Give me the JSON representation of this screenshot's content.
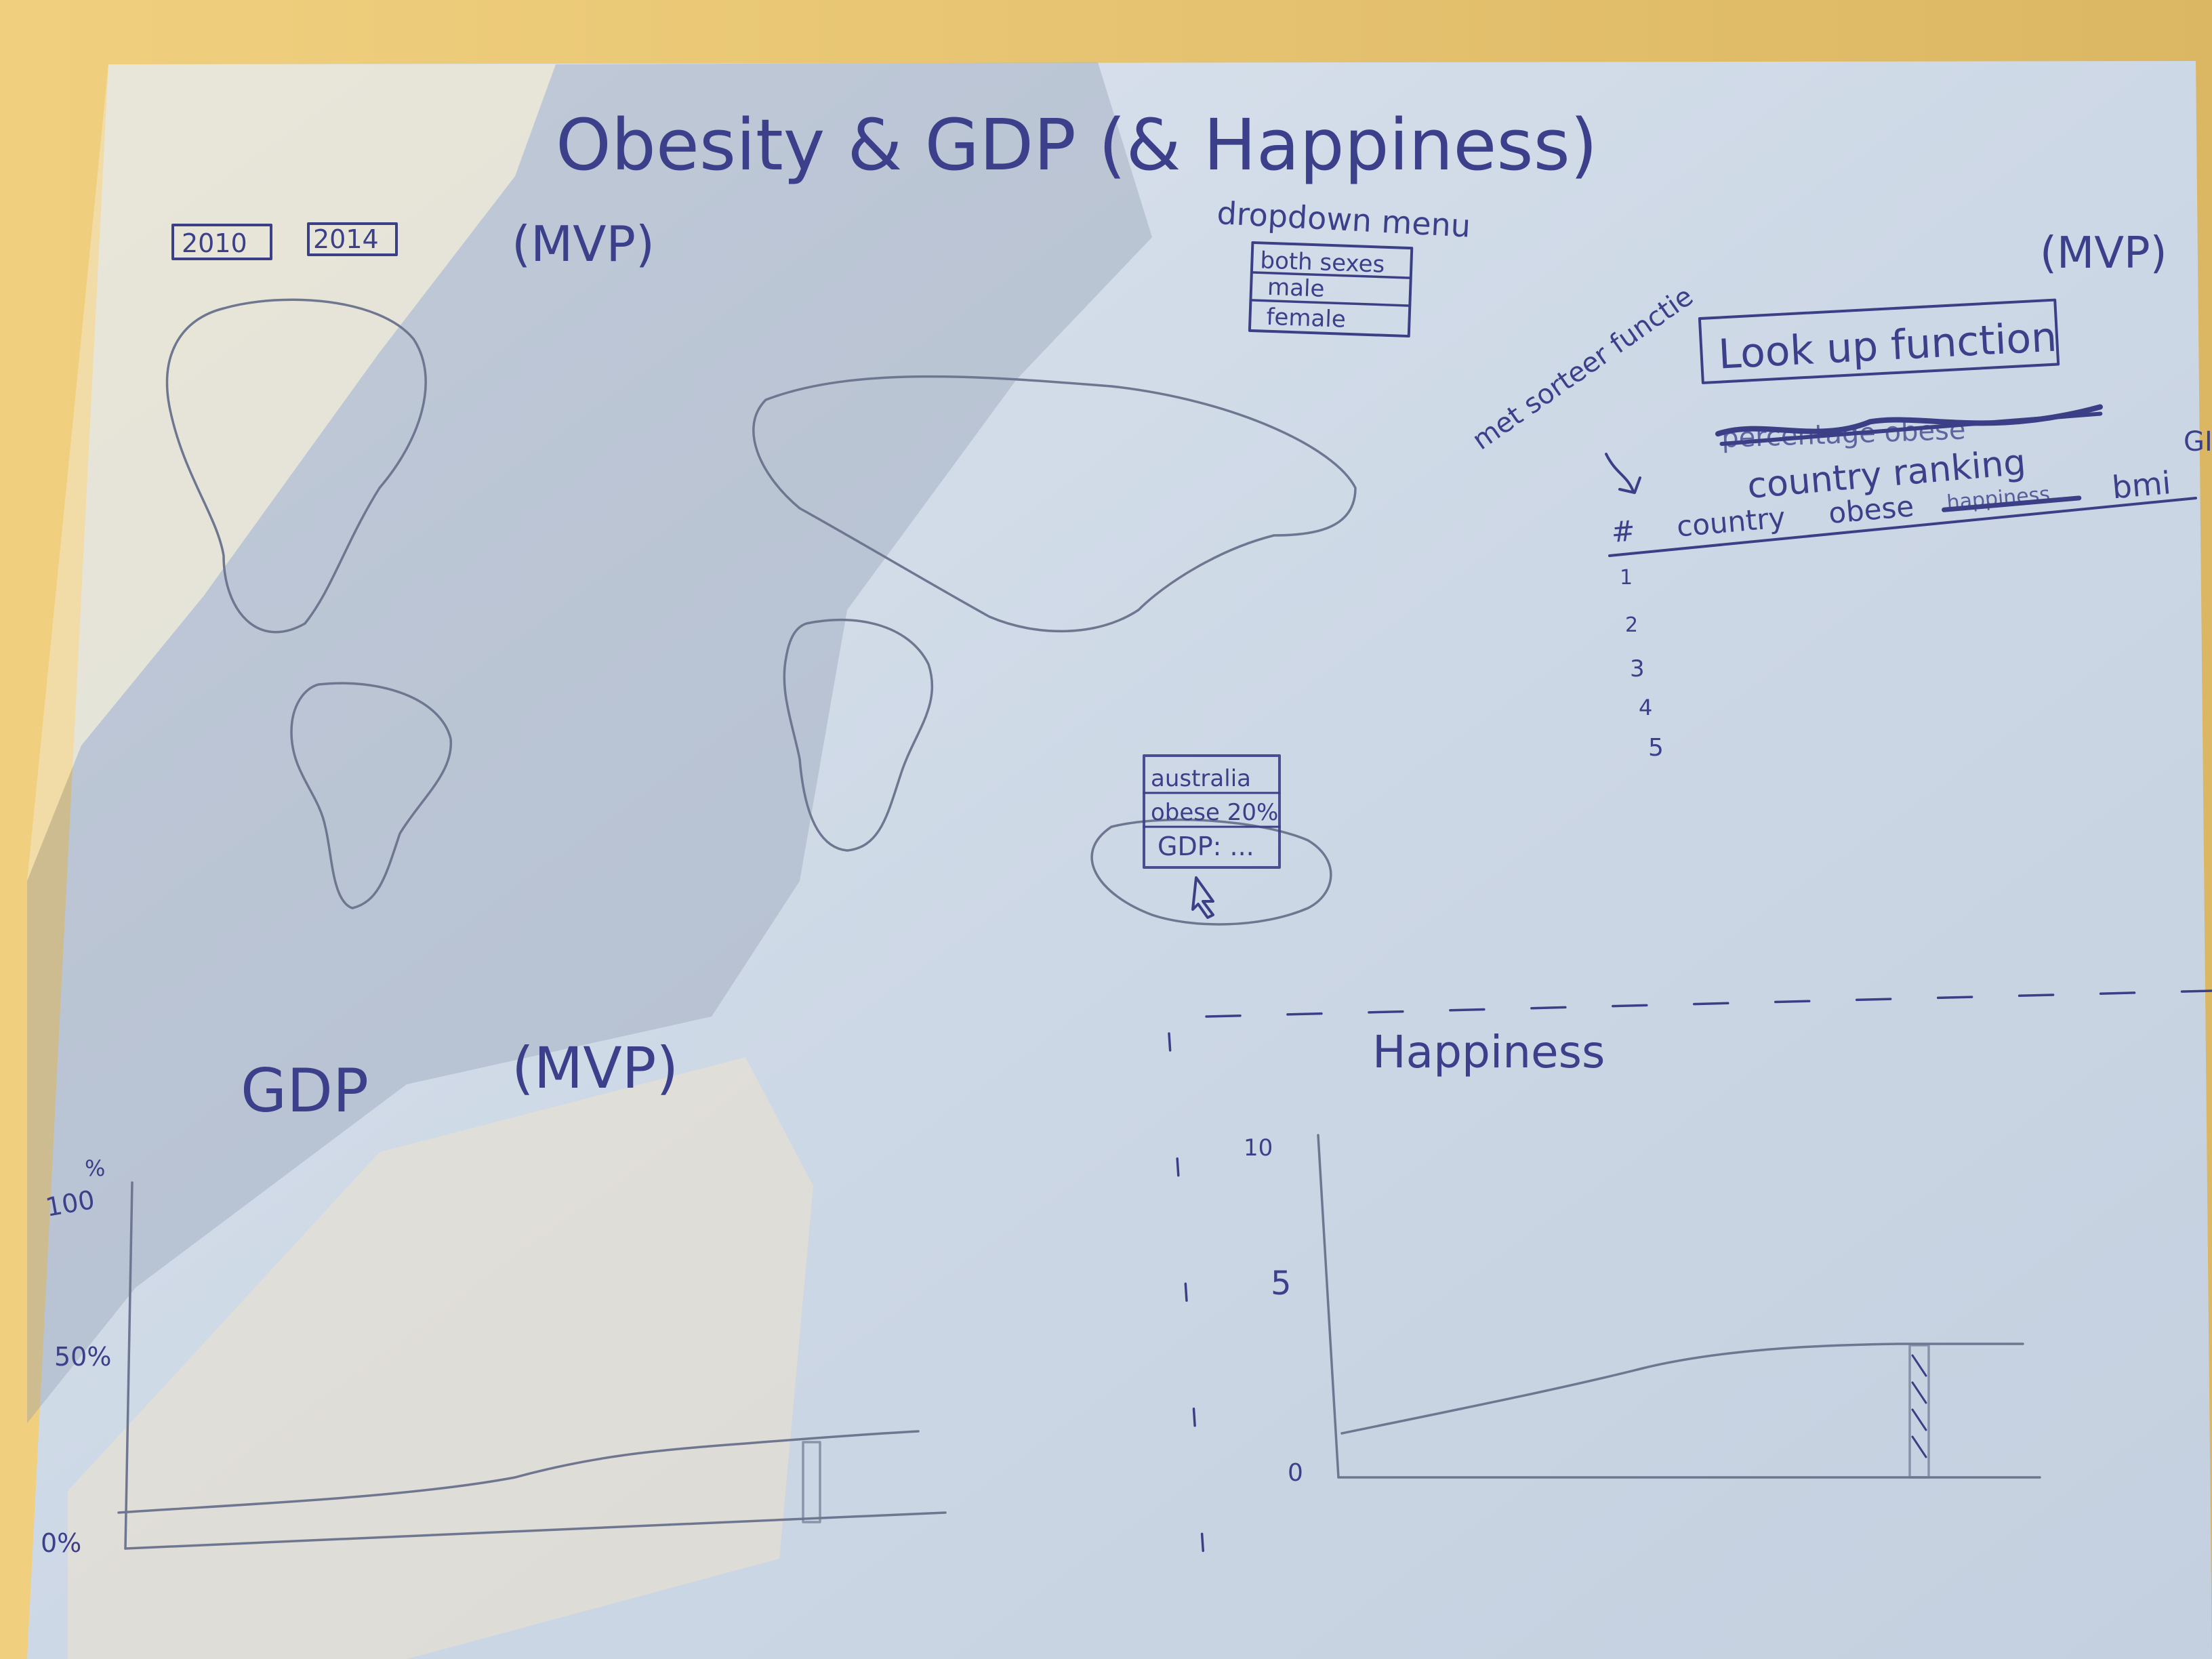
{
  "title": "Obesity & GDP (& Happiness)",
  "year_buttons": [
    "2010",
    "2014"
  ],
  "mvp_label": "(MVP)",
  "dropdown": {
    "caption": "dropdown menu",
    "options": [
      "both sexes",
      "male",
      "female"
    ]
  },
  "lookup": {
    "annotation": "met sorteer functie",
    "box_label": "Look up function",
    "scribbled": "percentage obese",
    "subtitle": "country ranking",
    "columns": [
      "#",
      "country",
      "obese",
      "happiness",
      "bmi"
    ],
    "struck_column": "happiness",
    "edge_fragment": "GI",
    "ranks": [
      "1",
      "2",
      "3",
      "4",
      "5"
    ]
  },
  "tooltip": {
    "country": "australia",
    "obese": "obese 20%",
    "gdp": "GDP: ..."
  },
  "gdp_chart": {
    "title": "GDP",
    "mvp_label": "(MVP)",
    "y_ticks": [
      "%",
      "100",
      "50%",
      "0%"
    ]
  },
  "happiness_chart": {
    "title": "Happiness",
    "y_ticks": [
      "10",
      "5",
      "0"
    ]
  },
  "colors": {
    "paper": "#cfd9e6",
    "ink": "#3b3f86",
    "pencil": "#6f7690",
    "table": "#e9c777"
  }
}
